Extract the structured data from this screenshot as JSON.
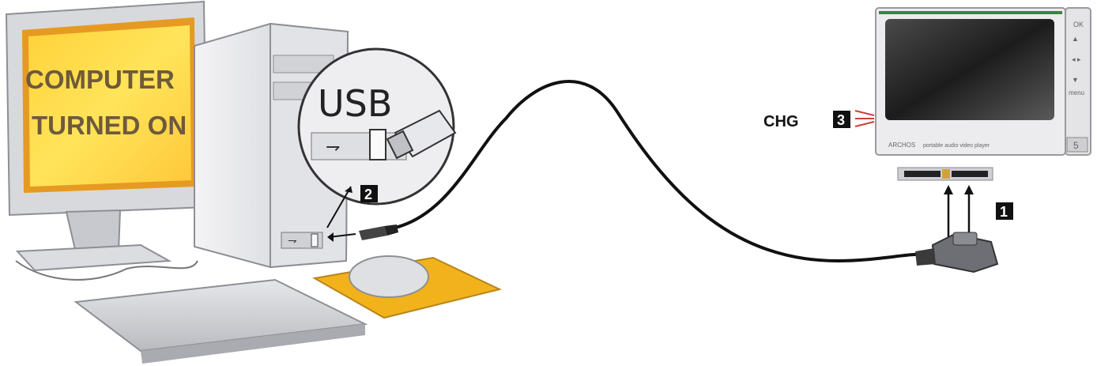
{
  "monitor": {
    "line1": "COMPUTER",
    "line2": "TURNED ON"
  },
  "zoom": {
    "usb_label": "USB"
  },
  "steps": {
    "one": "1",
    "two": "2",
    "three": "3"
  },
  "device": {
    "chg_label": "CHG",
    "ok_label": "OK",
    "menu_label": "menu",
    "brand": "ARCHOS",
    "subtitle": "portable audio video player",
    "model": "5"
  },
  "colors": {
    "screen_orange": "#f0a020",
    "screen_yellow": "#ffe24a",
    "mousepad": "#f2b21c",
    "device_accent": "#2e8b3a",
    "step_badge": "#111111",
    "chg_arrows": "#c8423a"
  }
}
